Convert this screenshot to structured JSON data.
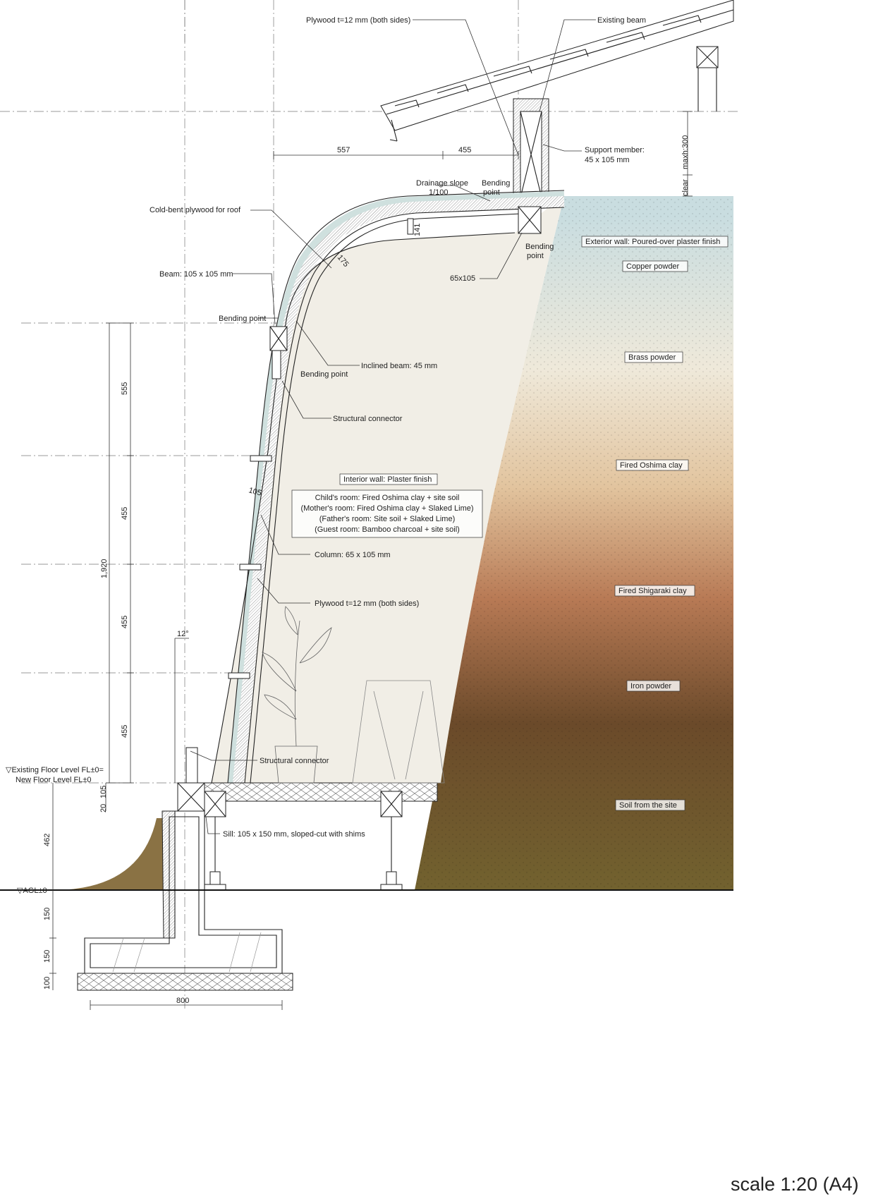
{
  "labels": {
    "plywood_top": "Plywood t=12 mm (both sides)",
    "existing_beam": "Existing beam",
    "support_member_1": "Support member:",
    "support_member_2": "45 x 105 mm",
    "drainage_1": "Drainage slope",
    "drainage_2": "1/100",
    "bending_top_1": "Bending",
    "bending_top_2": "point",
    "cold_bent": "Cold-bent plywood for roof",
    "bending_mid_1": "Bending",
    "bending_mid_2": "point",
    "beam": "Beam: 105 x 105 mm",
    "size_65x105": "65x105",
    "bending_left": "Bending point",
    "inclined_beam": "Inclined beam: 45 mm",
    "bending_inner": "Bending point",
    "structural_connector_upper": "Structural connector",
    "column": "Column: 65 x 105 mm",
    "plywood_wall": "Plywood t=12 mm (both sides)",
    "structural_connector_lower": "Structural connector",
    "sill": "Sill: 105 x 150 mm, sloped-cut with shims",
    "existing_floor_1": "▽Existing Floor Level FL±0=",
    "existing_floor_2": "New Floor Level FL±0",
    "agl": "▽AGL±0",
    "angle": "12°",
    "maxh": "maxh:300",
    "clear": "clear"
  },
  "interior_box": {
    "title": "Interior wall: Plaster finish",
    "lines": [
      "Child's room: Fired Oshima clay + site soil",
      "(Mother's room: Fired Oshima clay + Slaked Lime)",
      "(Father's room: Site soil + Slaked Lime)",
      "(Guest room: Bamboo charcoal + site soil)"
    ]
  },
  "exterior_layers": [
    "Exterior wall: Poured-over plaster finish",
    "Copper powder",
    "Brass powder",
    "Fired Oshima clay",
    "Fired Shigaraki clay",
    "Iron powder",
    "Soil from the site"
  ],
  "dimensions": {
    "top_left": "557",
    "top_right": "455",
    "d141": "141",
    "d175": "175",
    "d105": "105",
    "v555": "555",
    "v455a": "455",
    "v1920": "1,920",
    "v455b": "455",
    "v455c": "455",
    "v20": "20",
    "v105": "105",
    "v462": "462",
    "v150a": "150",
    "v150b": "150",
    "v100": "100",
    "h800": "800"
  },
  "scale_note": "scale 1:20 (A4)",
  "colors": {
    "copper": "#c9dde0",
    "brass": "#efe9da",
    "oshima": "#e2c49e",
    "shigaraki": "#b87a55",
    "iron": "#6b4a2a",
    "soil": "#72622f",
    "plaster": "#f1eee6",
    "roof_skin": "#cfe0de"
  }
}
